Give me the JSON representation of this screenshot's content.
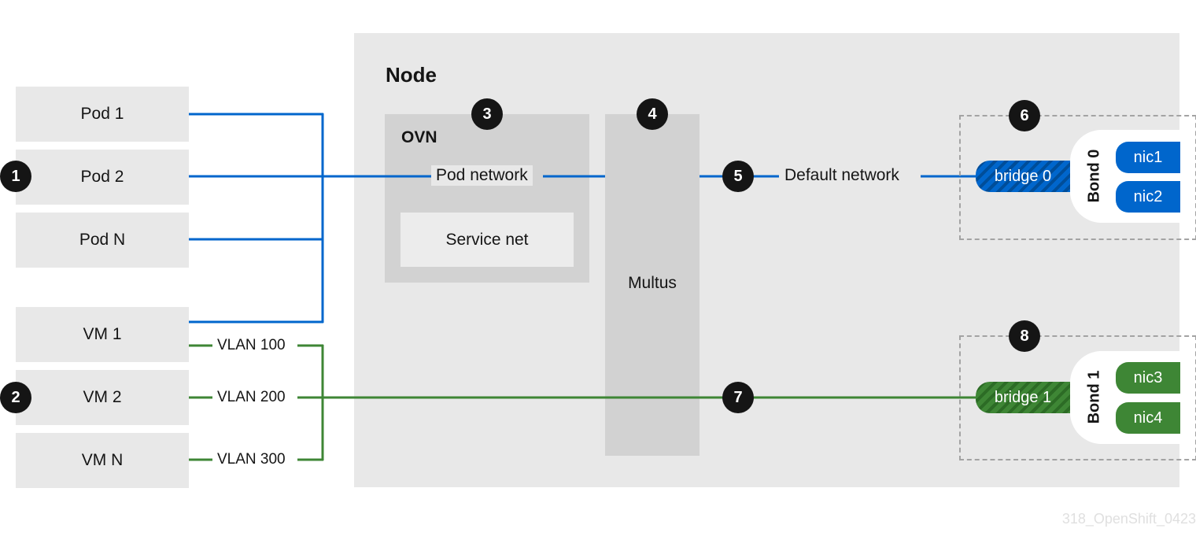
{
  "node": {
    "title": "Node"
  },
  "pods": [
    {
      "label": "Pod 1"
    },
    {
      "label": "Pod 2"
    },
    {
      "label": "Pod N"
    }
  ],
  "vms": [
    {
      "label": "VM 1"
    },
    {
      "label": "VM 2"
    },
    {
      "label": "VM N"
    }
  ],
  "vlans": [
    "VLAN 100",
    "VLAN 200",
    "VLAN 300"
  ],
  "ovn": {
    "title": "OVN",
    "pod_network": "Pod network",
    "service_net": "Service net"
  },
  "multus": {
    "label": "Multus"
  },
  "default_network": "Default network",
  "bond0": {
    "label": "Bond 0",
    "bridge": "bridge 0",
    "nics": [
      "nic1",
      "nic2"
    ]
  },
  "bond1": {
    "label": "Bond 1",
    "bridge": "bridge 1",
    "nics": [
      "nic3",
      "nic4"
    ]
  },
  "badges": [
    "1",
    "2",
    "3",
    "4",
    "5",
    "6",
    "7",
    "8"
  ],
  "watermark": "318_OpenShift_0423",
  "colors": {
    "blue": "#0066cc",
    "green": "#3e8635",
    "badge": "#151515"
  }
}
